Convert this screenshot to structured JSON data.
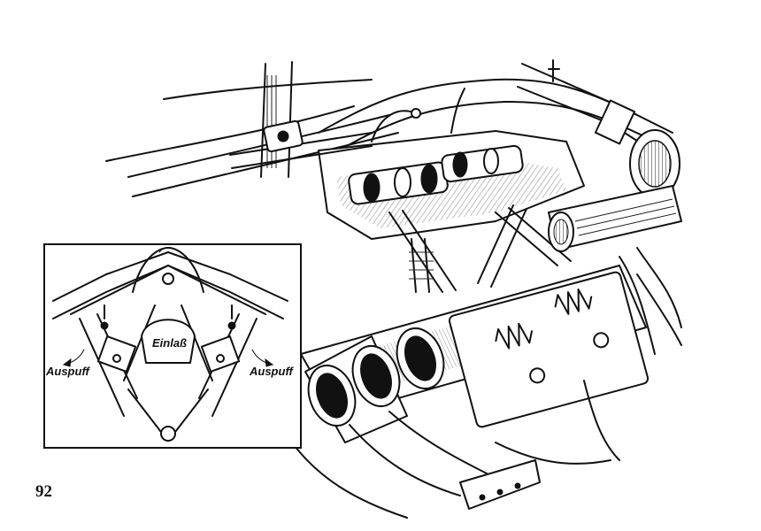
{
  "page": {
    "number": "92"
  },
  "inset": {
    "labels": {
      "intake": "Einlaß",
      "exhaust_left": "Auspuff",
      "exhaust_right": "Auspuff"
    }
  }
}
